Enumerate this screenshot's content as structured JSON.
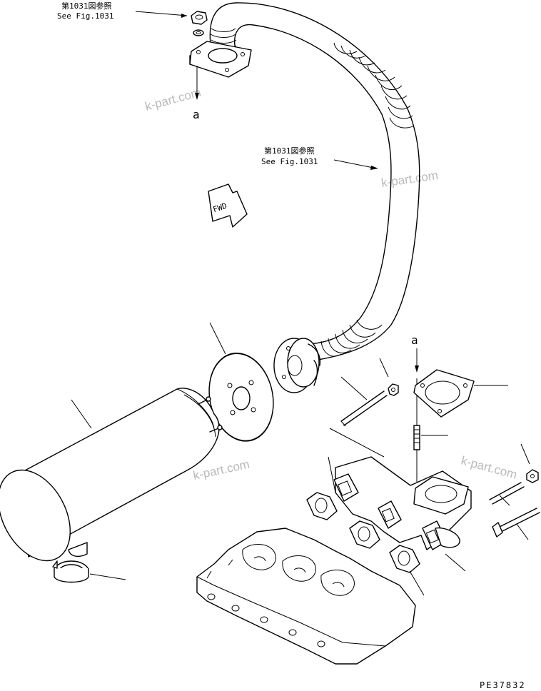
{
  "callouts": {
    "top_ref_jp": "第1031図参照",
    "top_ref_en": "See Fig.1031",
    "mid_ref_jp": "第1031図参照",
    "mid_ref_en": "See Fig.1031"
  },
  "labels": {
    "section_a_top": "a",
    "section_a_bottom": "a",
    "fwd": "FWD"
  },
  "watermark": "k-part.com",
  "figure_code": "PE37832"
}
